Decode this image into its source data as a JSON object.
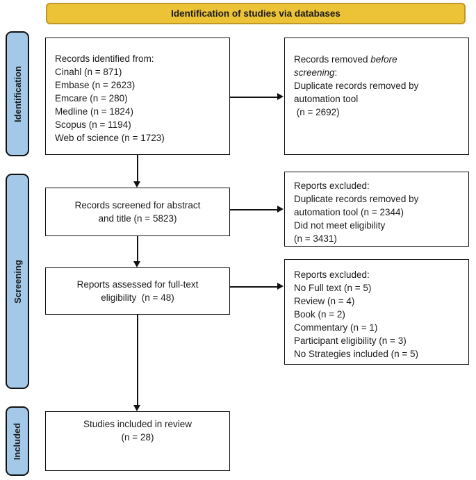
{
  "banner": {
    "label": "Identification of studies via databases"
  },
  "colors": {
    "banner_fill": "#ECC337",
    "banner_border": "#BE9726",
    "stage_fill": "#A3C8E8",
    "box_border": "#111111"
  },
  "stages": {
    "identification": {
      "label": "Identification"
    },
    "screening": {
      "label": "Screening"
    },
    "included": {
      "label": "Included"
    }
  },
  "boxes": {
    "records_identified": {
      "lines": [
        "Records identified from:",
        "Cinahl (n = 871)",
        "Embase (n = 2623)",
        "Emcare (n = 280)",
        "Medline (n = 1824)",
        "Scopus (n = 1194)",
        "Web of science (n = 1723)"
      ]
    },
    "records_removed": {
      "lines": [
        [
          {
            "t": "Records removed ",
            "i": false
          },
          {
            "t": "before",
            "i": true
          }
        ],
        [
          {
            "t": "screening",
            "i": true
          },
          {
            "t": ":",
            "i": false
          }
        ],
        "Duplicate records removed by",
        "automation tool",
        " (n = 2692)"
      ]
    },
    "records_screened": {
      "lines": [
        "Records screened for abstract",
        "and title (n = 5823)"
      ]
    },
    "reports_excluded_screening": {
      "lines": [
        "Reports excluded:",
        "Duplicate records removed by",
        "automation tool (n = 2344)",
        "Did not meet eligibility",
        "(n = 3431)"
      ]
    },
    "reports_assessed": {
      "lines": [
        "Reports assessed for full-text",
        "eligibility  (n = 48)"
      ]
    },
    "reports_excluded_fulltext": {
      "lines": [
        "Reports excluded:",
        "No Full text (n = 5)",
        "Review (n = 4)",
        "Book (n = 2)",
        "Commentary (n = 1)",
        "Participant eligibility (n = 3)",
        "No Strategies included (n = 5)"
      ]
    },
    "studies_included": {
      "lines": [
        "Studies included in review",
        "(n = 28)"
      ]
    }
  }
}
